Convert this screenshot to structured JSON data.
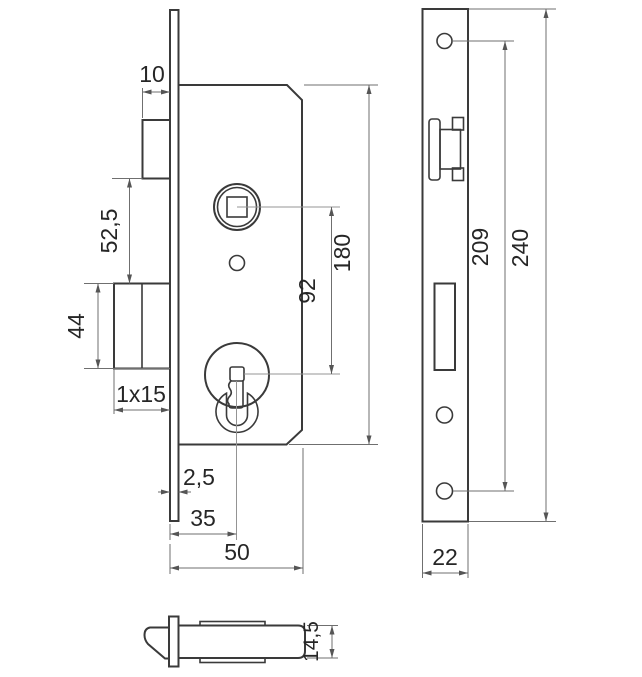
{
  "drawing": {
    "type": "technical-diagram",
    "subject": "mortise-lock-dimension-drawing",
    "colors": {
      "object_line": "#3a3a3a",
      "dimension_line": "#6f6f6f",
      "center_line": "#949494",
      "text": "#262626",
      "background": "#ffffff"
    },
    "front_view": {
      "dims": {
        "latch_protrusion": "10",
        "latch_to_bolt_spacing": "52,5",
        "bolt_height": "44",
        "bolt_throw": "1x15",
        "faceplate_thickness": "2,5",
        "backset": "35",
        "case_depth": "50",
        "spindle_to_cylinder": "92",
        "case_height": "180"
      }
    },
    "side_view": {
      "dims": {
        "screw_hole_spacing": "209",
        "faceplate_height": "240",
        "faceplate_width": "22"
      }
    },
    "bottom_view": {
      "dims": {
        "latch_thickness": "14,5"
      }
    }
  }
}
